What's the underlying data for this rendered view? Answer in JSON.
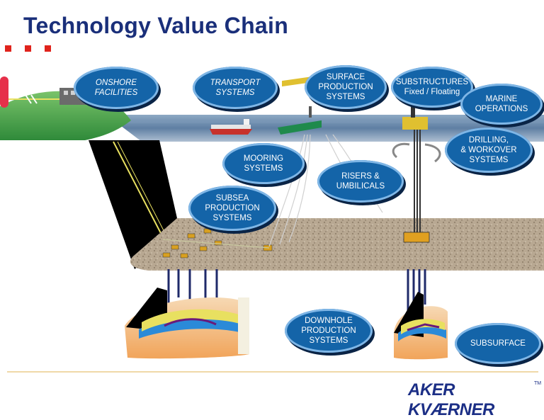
{
  "page_title": "Technology Value Chain",
  "colors": {
    "title": "#1a2f7a",
    "accent_squares": "#e0231c",
    "bubble": "#1464a8",
    "logo": "#1c2f86"
  },
  "bubbles": {
    "onshore": "ONSHORE\nFACILITIES",
    "transport": "TRANSPORT\nSYSTEMS",
    "surface": "SURFACE\nPRODUCTION\nSYSTEMS",
    "substructures": "SUBSTRUCTURES\nFixed / Floating",
    "marine": "MARINE\nOPERATIONS",
    "drilling": "DRILLING,\n& WORKOVER\nSYSTEMS",
    "mooring": "MOORING\nSYSTEMS",
    "risers": "RISERS &\nUMBILICALS",
    "subsea": "SUBSEA\nPRODUCTION\nSYSTEMS",
    "downhole": "DOWNHOLE\nPRODUCTION\nSYSTEMS",
    "subsurface": "SUBSURFACE"
  },
  "logo": {
    "text": "AKER KVÆRNER",
    "tm": "TM"
  }
}
